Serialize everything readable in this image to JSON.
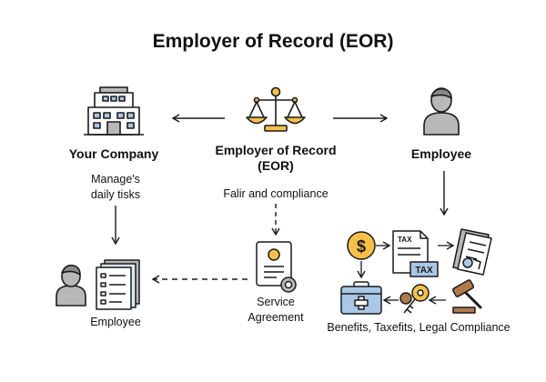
{
  "title": "Employer of Record (EOR)",
  "nodes": {
    "your_company": "Your Company",
    "eor_line1": "Employer of Record",
    "eor_line2": "(EOR)",
    "employee_top": "Employee",
    "employee_bottom": "Employee"
  },
  "notes": {
    "manages_line1": "Manage's",
    "manages_line2": "daily tisks",
    "fair": "Falir and compliance",
    "service_line1": "Service",
    "service_line2": "Agreement",
    "benefits": "Benefits, Taxefits, Legal Compliance"
  },
  "icon_text": {
    "tax_doc": "TAX",
    "tax_card": "TAX",
    "dollar": "$"
  },
  "colors": {
    "line": "#1a1a1a",
    "yellow": "#f5c04a",
    "blue": "#a9c7e6",
    "gray": "#b8b8b8",
    "light_blue": "#dde9f6",
    "brown": "#b07a4a"
  },
  "icons": [
    "building-icon",
    "scales-icon",
    "person-icon",
    "documents-icon",
    "certificate-icon",
    "dollar-coin-icon",
    "tax-document-icon",
    "invoice-icon",
    "medical-kit-icon",
    "key-icon",
    "gavel-icon"
  ]
}
